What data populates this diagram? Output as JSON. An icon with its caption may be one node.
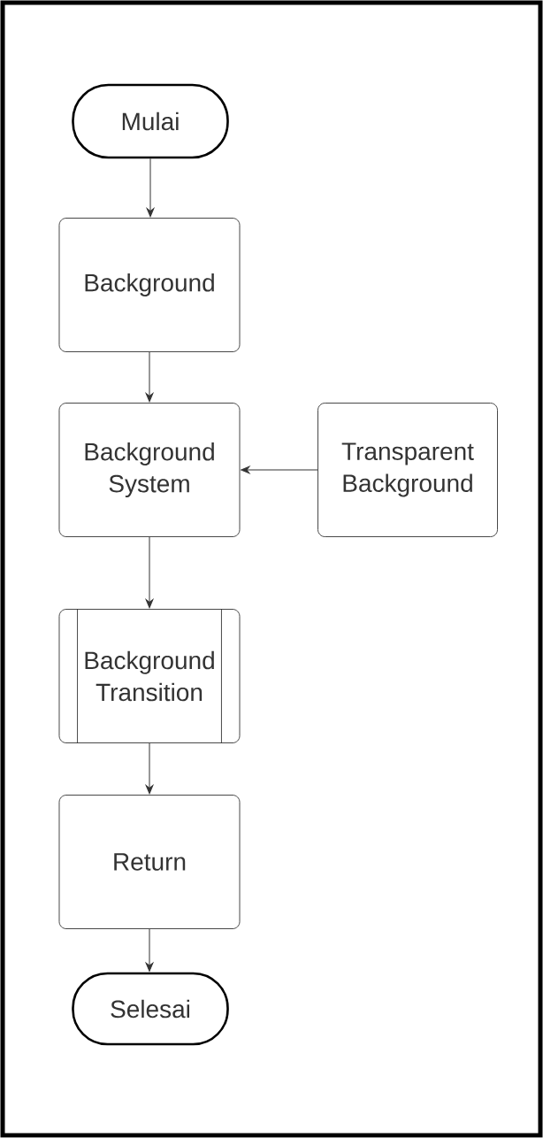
{
  "diagram": {
    "nodes": [
      {
        "text": [
          "Mulai"
        ]
      },
      {
        "text": [
          "Background"
        ]
      },
      {
        "text": [
          "Background System"
        ]
      },
      {
        "text": [
          "Transparent Background"
        ]
      },
      {
        "text": [
          "Background Transition"
        ]
      },
      {
        "text": [
          "Return"
        ]
      },
      {
        "text": [
          "Selesai"
        ]
      }
    ],
    "edges": [
      {
        "from": 0,
        "to": 1,
        "arrow": "to"
      },
      {
        "from": 1,
        "to": 2,
        "arrow": "to"
      },
      {
        "from": 3,
        "to": 2,
        "arrow": "to"
      },
      {
        "from": 2,
        "to": 4,
        "arrow": "to"
      },
      {
        "from": 4,
        "to": 5,
        "arrow": "to"
      },
      {
        "from": 5,
        "to": 6,
        "arrow": "to"
      }
    ]
  }
}
